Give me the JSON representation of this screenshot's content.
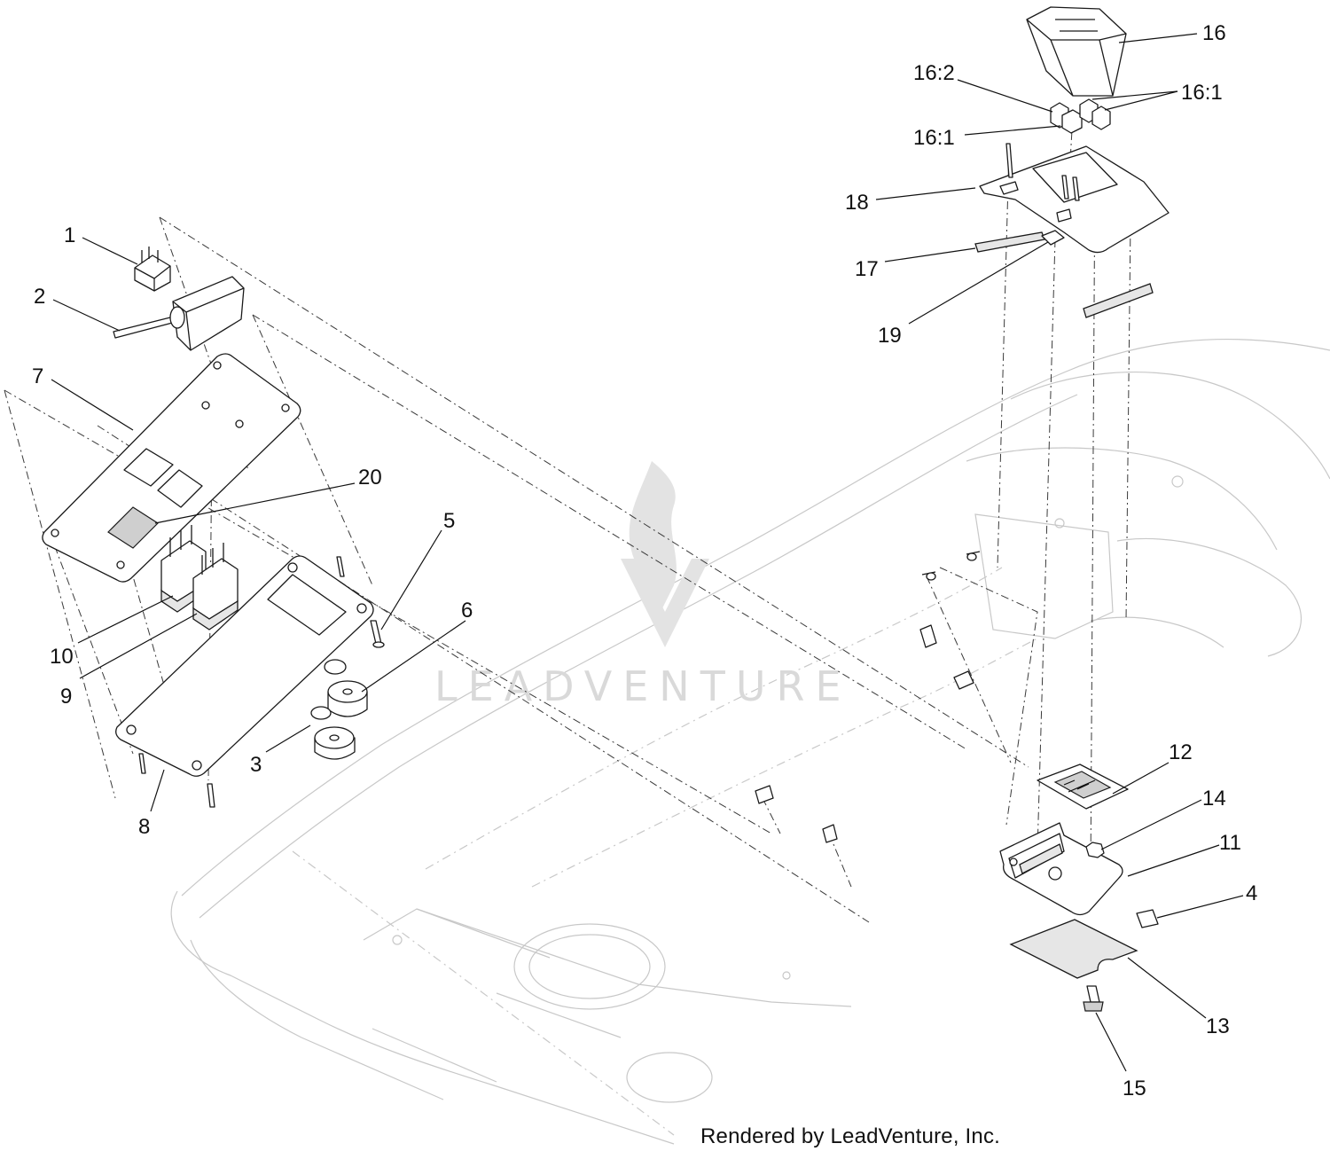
{
  "callouts": {
    "c1": "1",
    "c2": "2",
    "c3": "3",
    "c4": "4",
    "c5": "5",
    "c6": "6",
    "c7": "7",
    "c8": "8",
    "c9": "9",
    "c10": "10",
    "c11": "11",
    "c12": "12",
    "c13": "13",
    "c14": "14",
    "c15": "15",
    "c16": "16",
    "c16_2": "16:2",
    "c16_1a": "16:1",
    "c16_1b": "16:1",
    "c17": "17",
    "c18": "18",
    "c19": "19",
    "c20": "20"
  },
  "watermark": {
    "logo": "flame-v-logo",
    "text": "LEADVENTURE"
  },
  "footer": {
    "credit": "Rendered by LeadVenture, Inc."
  }
}
